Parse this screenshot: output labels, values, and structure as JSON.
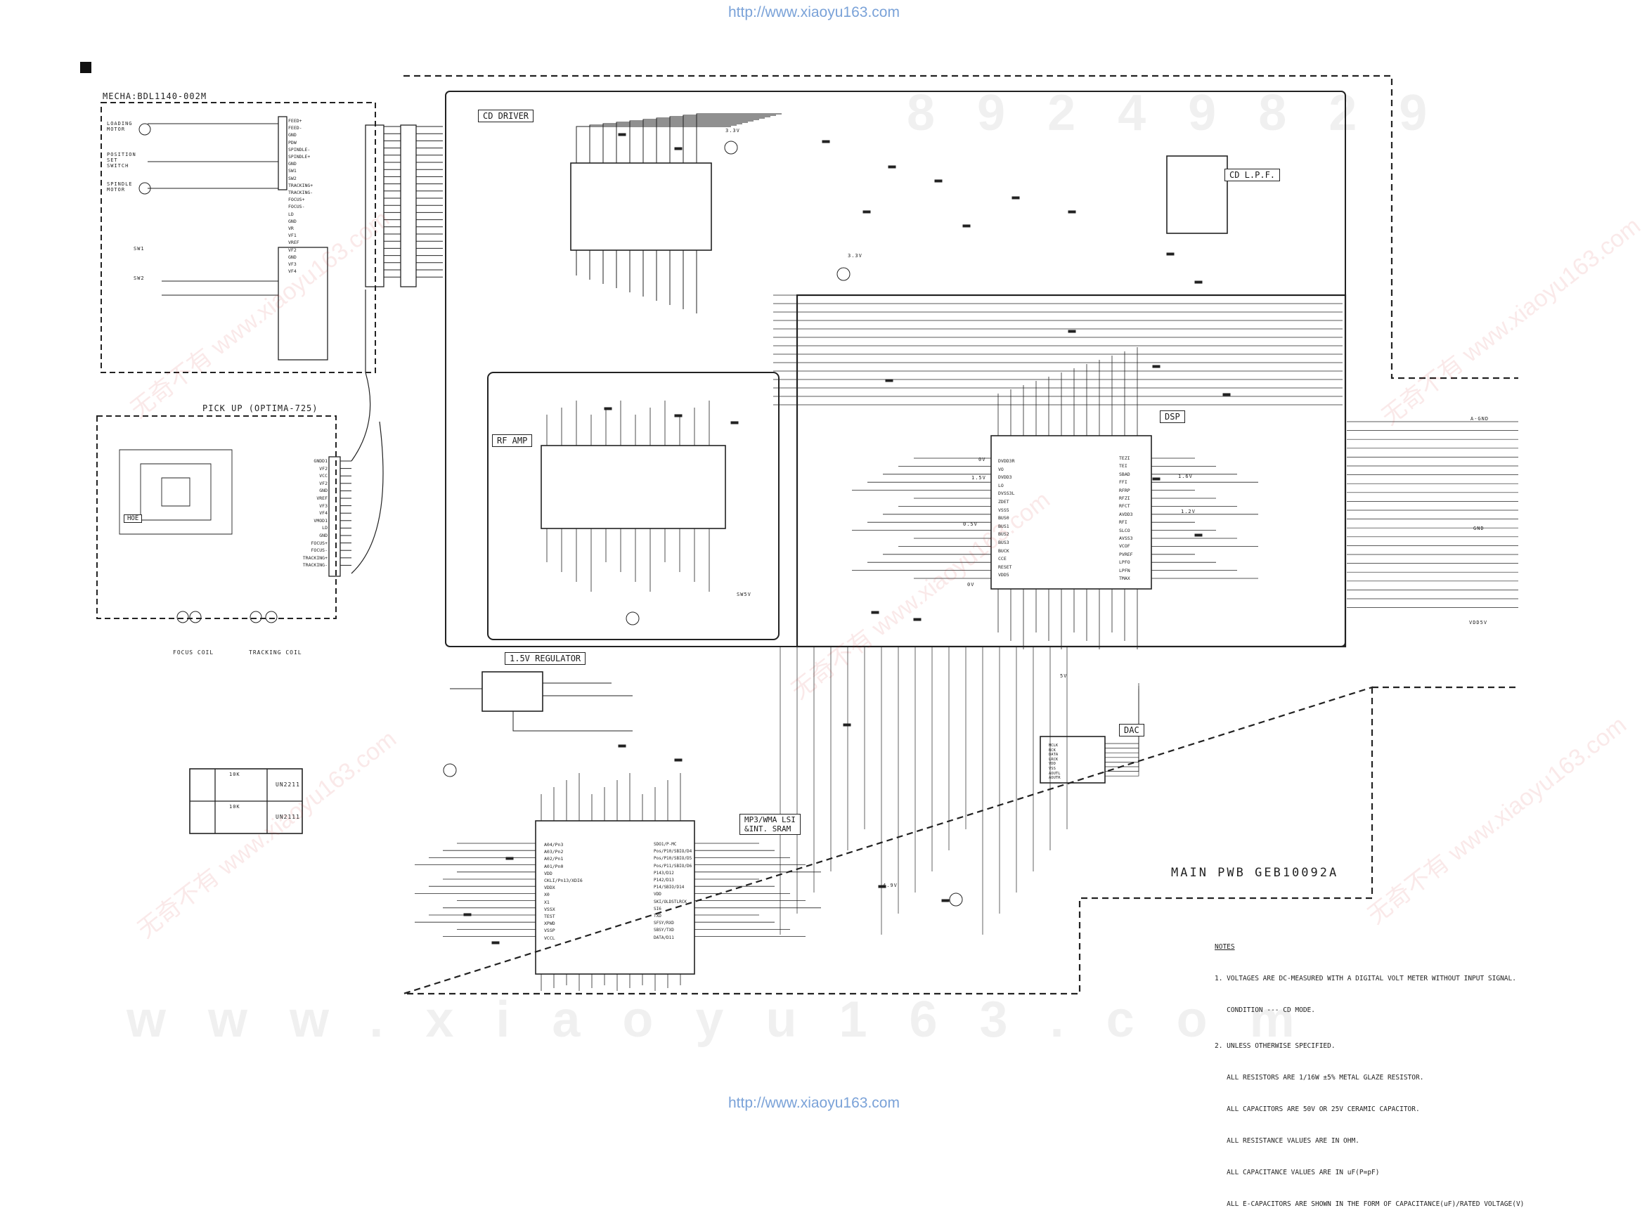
{
  "header_url": "http://www.xiaoyu163.com",
  "footer_url": "http://www.xiaoyu163.com",
  "blocks": {
    "mecha": "MECHA:BDL1140-002M",
    "pickup": "PICK UP  (OPTIMA-725)",
    "cd_driver": "CD DRIVER",
    "rf_amp": "RF AMP",
    "dsp": "DSP",
    "cd_lpf": "CD L.P.F.",
    "regulator": "1.5V REGULATOR",
    "dac": "DAC",
    "mp3_lsi_line1": "MP3/WMA LSI",
    "mp3_lsi_line2": "&INT. SRAM",
    "main_pwb": "MAIN PWB GEB10092A"
  },
  "components": {
    "loading_motor": "LOADING MOTOR",
    "position_switch": "POSITION SET SWITCH",
    "spindle_motor": "SPINDLE MOTOR",
    "sw1": "SW1",
    "sw2": "SW2",
    "hoe": "HOE",
    "focus_coil": "FOCUS COIL",
    "tracking_coil": "TRACKING COIL",
    "transistor_1": "UN2211",
    "transistor_2": "UN2111",
    "resistor_value": "10K"
  },
  "connector_pins": [
    "FEED+",
    "FEED-",
    "GND",
    "PDW",
    "SPINDLE-",
    "SPINDLE+",
    "GND",
    "SW1",
    "SW2",
    "TRACKING+",
    "TRACKING-",
    "FOCUS+",
    "FOCUS-",
    "LD",
    "GND",
    "VR",
    "VF1",
    "VREF",
    "VF2",
    "GND",
    "VF3",
    "VF4"
  ],
  "pickup_pins": [
    "GNDD1",
    "VF2",
    "VCC",
    "VF2",
    "GND",
    "VREF",
    "VF3",
    "VF4",
    "VMOD1",
    "LD",
    "GND",
    "FOCUS+",
    "FOCUS-",
    "TRACKING+",
    "TRACKING-"
  ],
  "dsp_right_pins": [
    "TEZI",
    "TEI",
    "SBAD",
    "FFI",
    "RFRP",
    "RFZI",
    "RFCT",
    "AVDD3",
    "RFI",
    "SLCO",
    "AVSS3",
    "VCOF",
    "PVREF",
    "LPFO",
    "LPFN",
    "TMAX"
  ],
  "dsp_left_pins": [
    "DVDD3R",
    "VO",
    "DVDD3",
    "LO",
    "DVSS3L",
    "ZDET",
    "VSS5",
    "BUS0",
    "BUS1",
    "BUS2",
    "BUS3",
    "BUCK",
    "CCE",
    "RESET",
    "VDD5"
  ],
  "lsi_left_pins": [
    "A04/Pn3",
    "A03/Pn2",
    "A02/Pn1",
    "A01/Pn0",
    "VDD",
    "CKLI/Pn13/XDI6",
    "VDDX",
    "X0",
    "X1",
    "VSSX",
    "TEST",
    "XPWD",
    "VSSP",
    "VCCL"
  ],
  "lsi_right_pins": [
    "SDO1/P-MC",
    "Pos/P10/SBIO/D4",
    "Pos/P10/SBIO/D5",
    "Pos/P11/SBIO/D6",
    "P143/D12",
    "P142/D13",
    "P14/SBIO/D14",
    "VDD",
    "SKI/OLDSTLRCK",
    "SI6",
    "TXD",
    "SFSY/RXD",
    "SBSY/TXD",
    "DATA/D11"
  ],
  "dac_pins": [
    "MCLK",
    "BCK",
    "DATA",
    "LRCK",
    "VDD",
    "VSS",
    "AOUTL",
    "AOUTR"
  ],
  "voltages": [
    "3.3V",
    "3.3V",
    "0V",
    "1.5V",
    "0.5V",
    "0V",
    "1.6V",
    "1.2V",
    "4.9V",
    "5V"
  ],
  "notes_title": "NOTES",
  "notes": [
    "1. VOLTAGES ARE DC-MEASURED WITH A DIGITAL VOLT METER WITHOUT INPUT SIGNAL.",
    "   CONDITION --- CD MODE.",
    "2. UNLESS OTHERWISE SPECIFIED.",
    "   ALL RESISTORS ARE 1/16W ±5% METAL GLAZE RESISTOR.",
    "   ALL CAPACITORS ARE 50V OR 25V CERAMIC CAPACITOR.",
    "   ALL RESISTANCE VALUES ARE IN OHM.",
    "   ALL CAPACITANCE VALUES ARE IN uF(P=pF)",
    "   ALL E-CAPACITORS ARE SHOWN IN THE FORM OF CAPACITANCE(uF)/RATED VOLTAGE(V)"
  ],
  "net_labels": [
    "A-GND",
    "GND",
    "VDD5V",
    "SW5V"
  ]
}
